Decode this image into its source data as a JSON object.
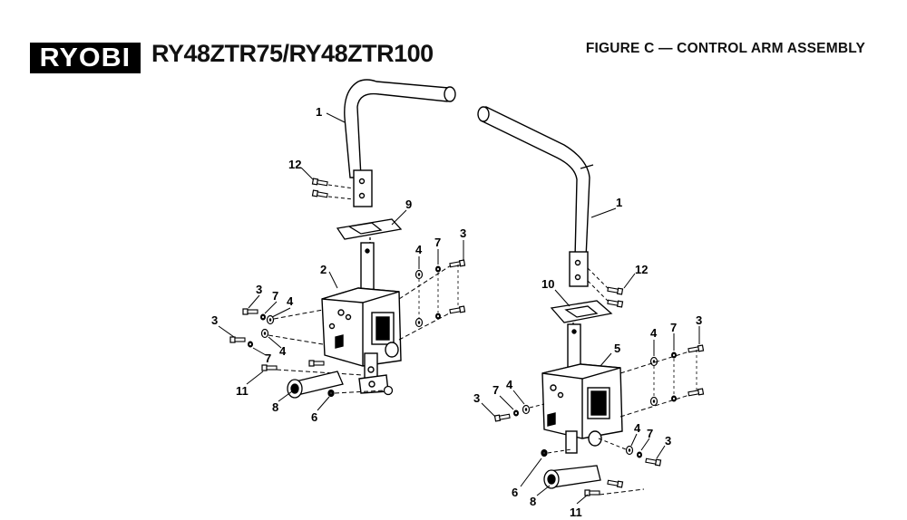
{
  "header": {
    "brand": "RYOBI",
    "model": "RY48ZTR75/RY48ZTR100",
    "figure_title": "FIGURE C — CONTROL ARM ASSEMBLY"
  },
  "callouts": {
    "c1a": "1",
    "c12a": "12",
    "c9": "9",
    "c2": "2",
    "c4a": "4",
    "c7a": "7",
    "c3a": "3",
    "c3b": "3",
    "c7b": "7",
    "c4b": "4",
    "c3c": "3",
    "c4c": "4",
    "c7c": "7",
    "c11a": "11",
    "c8a": "8",
    "c6a": "6",
    "c1b": "1",
    "c12b": "12",
    "c10": "10",
    "c5": "5",
    "c4d": "4",
    "c7d": "7",
    "c3d": "3",
    "c3e": "3",
    "c7e": "7",
    "c4e": "4",
    "c4f": "4",
    "c7f": "7",
    "c3f": "3",
    "c6b": "6",
    "c8b": "8",
    "c11b": "11"
  }
}
